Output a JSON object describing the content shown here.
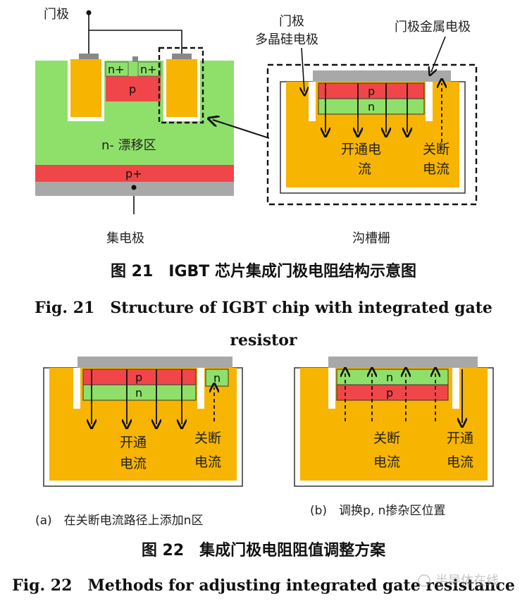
{
  "fig21": {
    "labels": {
      "gate": "门极",
      "collector": "集电极",
      "n_plus_1": "n+",
      "n_plus_2": "n+",
      "p_body": "p",
      "drift": "n- 漂移区",
      "p_plus": "p+",
      "poly_gate": "门极\n多晶硅电极",
      "poly_gate_line1": "门极",
      "poly_gate_line2": "多晶硅电极",
      "metal_gate": "门极金属电极",
      "p_region": "p",
      "n_region": "n",
      "on_current_1": "开通电",
      "on_current_2": "流",
      "off_current_1": "关断",
      "off_current_2": "电流",
      "trench": "沟槽栅"
    },
    "caption_cn": "图 21　IGBT 芯片集成门极电阻结构示意图",
    "caption_en_1": "Fig. 21　Structure of IGBT chip with integrated gate",
    "caption_en_2": "resistor"
  },
  "fig22": {
    "a": {
      "p": "p",
      "n": "n",
      "n_small": "n",
      "on_1": "开通",
      "on_2": "电流",
      "off_1": "关断",
      "off_2": "电流",
      "caption": "(a)　在关断电流路径上添加n区"
    },
    "b": {
      "n": "n",
      "p": "p",
      "off_1": "关断",
      "off_2": "电流",
      "on_1": "开通",
      "on_2": "电流",
      "caption": "(b)　调换p, n掺杂区位置"
    },
    "caption_cn": "图 22　集成门极电阻阻值调整方案",
    "caption_en": "Fig. 22　Methods for adjusting integrated gate resistance"
  },
  "watermark": "半导体在线",
  "colors": {
    "orange": "#f7b400",
    "green": "#8ee06a",
    "red": "#f0464a",
    "gray": "#a8a8a8",
    "black": "#111111"
  }
}
